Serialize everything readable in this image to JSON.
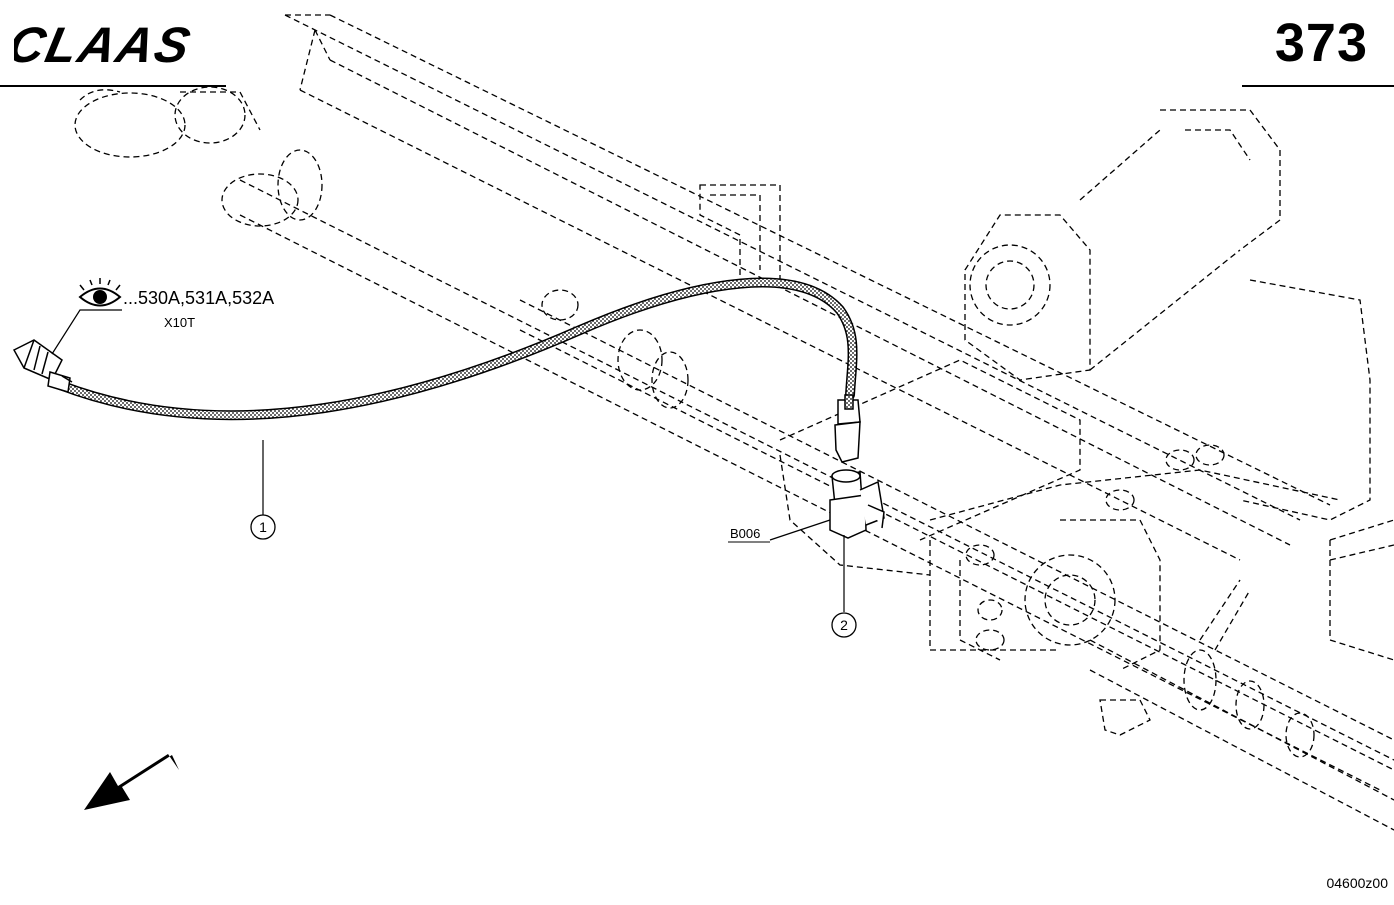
{
  "header": {
    "brand": "CLAAS",
    "page_number": "373"
  },
  "callouts": {
    "item_1": "1",
    "item_2": "2"
  },
  "labels": {
    "view_reference": "...530A,531A,532A",
    "connector_code": "X10T",
    "sensor_code": "B006"
  },
  "footer": {
    "drawing_code": "04600z00"
  },
  "icons": {
    "eye": "eye-icon",
    "direction": "arrow-icon"
  },
  "colors": {
    "ink": "#000000",
    "paper": "#ffffff"
  }
}
